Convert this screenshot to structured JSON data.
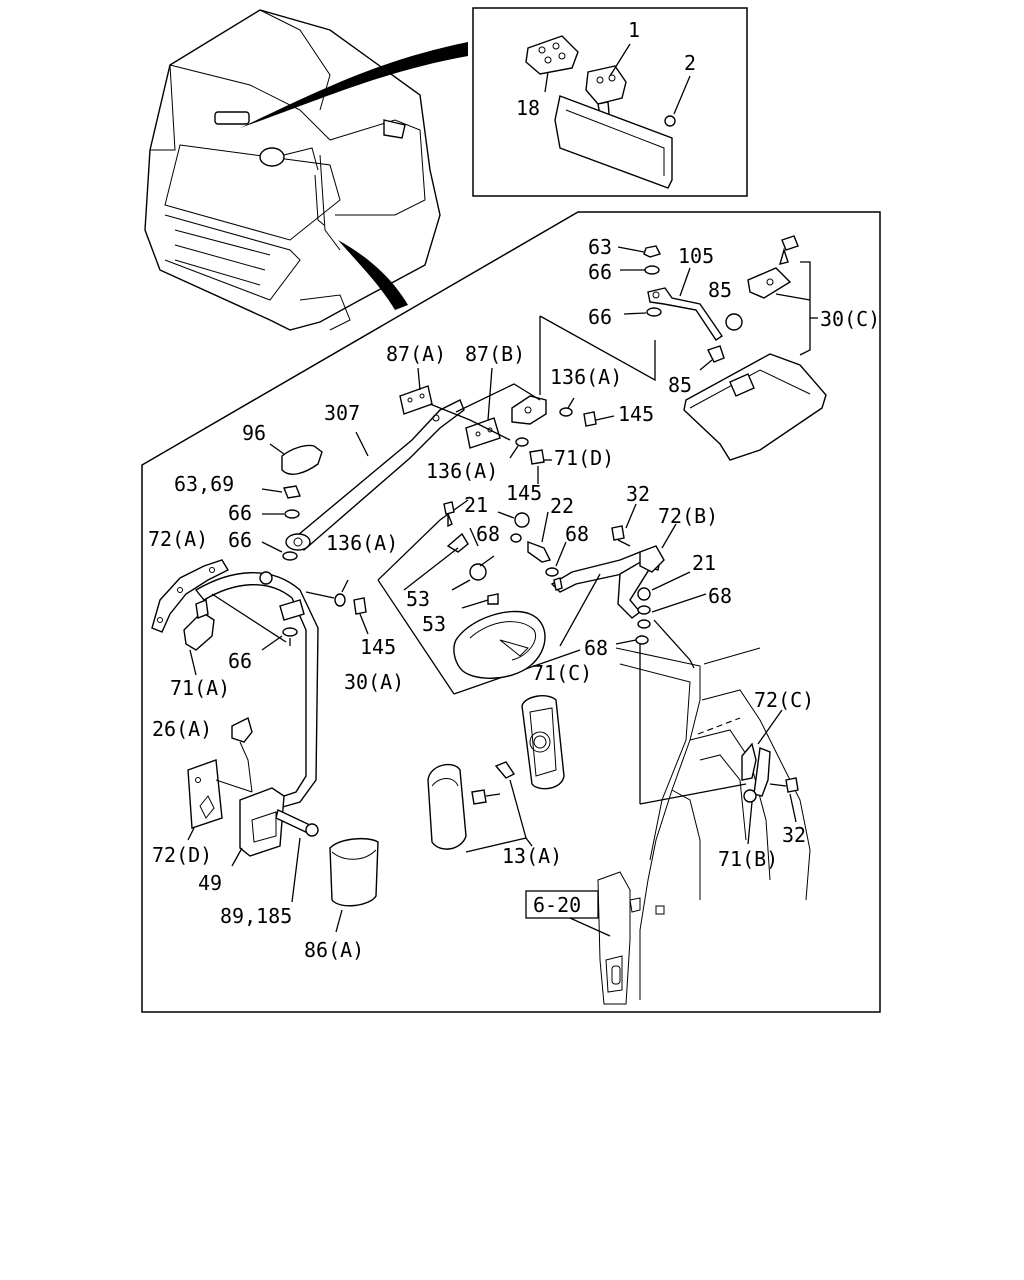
{
  "labels": {
    "l1": "1",
    "l2": "2",
    "l18": "18",
    "l63": "63",
    "l66a": "66",
    "l105": "105",
    "l85a": "85",
    "l30c": "30(C)",
    "l66b": "66",
    "l85b": "85",
    "l87a": "87(A)",
    "l87b": "87(B)",
    "l136a1": "136(A)",
    "l145a": "145",
    "l307": "307",
    "l96": "96",
    "l136a2": "136(A)",
    "l71d": "71(D)",
    "l145b": "145",
    "l6369": "63,69",
    "l66c": "66",
    "l72a": "72(A)",
    "l66d": "66",
    "l136a3": "136(A)",
    "l21a": "21",
    "l22": "22",
    "l68a": "68",
    "l68b": "68",
    "l32a": "32",
    "l72b": "72(B)",
    "l21b": "21",
    "l68c": "68",
    "l53a": "53",
    "l53b": "53",
    "l68d": "68",
    "l145c": "145",
    "l66e": "66",
    "l71a": "71(A)",
    "l30a": "30(A)",
    "l71c": "71(C)",
    "l26a": "26(A)",
    "l72c": "72(C)",
    "l72d": "72(D)",
    "l49": "49",
    "l89185": "89,185",
    "l86a": "86(A)",
    "l13a": "13(A)",
    "l32b": "32",
    "l71b": "71(B)",
    "l620": "6-20"
  }
}
